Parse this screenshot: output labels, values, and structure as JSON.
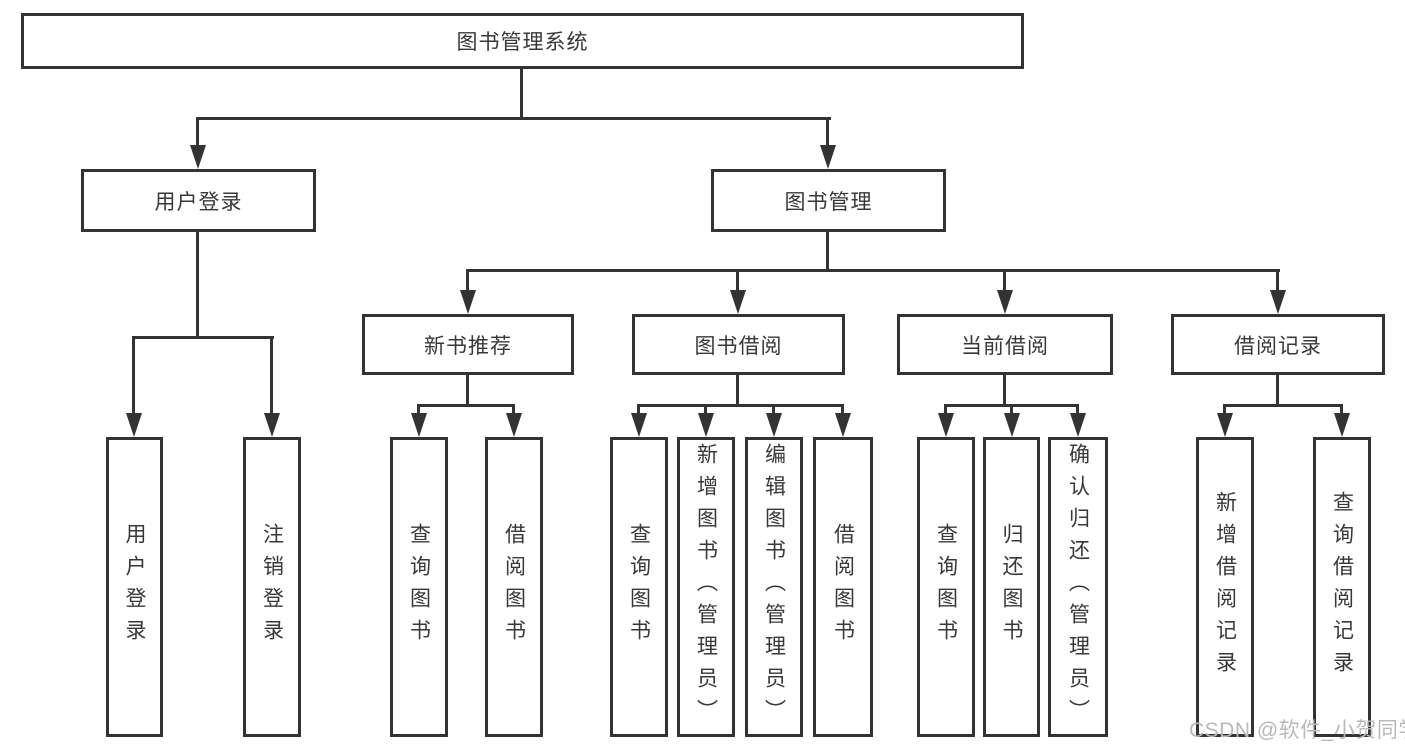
{
  "diagram": {
    "root": {
      "label": "图书管理系统"
    },
    "level2": [
      {
        "label": "用户登录"
      },
      {
        "label": "图书管理"
      }
    ],
    "level3": [
      {
        "label": "新书推荐"
      },
      {
        "label": "图书借阅"
      },
      {
        "label": "当前借阅"
      },
      {
        "label": "借阅记录"
      }
    ],
    "leaves": {
      "user_login": [
        "用户登录",
        "注销登录"
      ],
      "new_books": [
        "查询图书",
        "借阅图书"
      ],
      "book_borrow": [
        "查询图书",
        "新增图书（管理员）",
        "编辑图书（管理员）",
        "借阅图书"
      ],
      "current_borrow": [
        "查询图书",
        "归还图书",
        "确认归还（管理员）"
      ],
      "borrow_records": [
        "新增借阅记录",
        "查询借阅记录"
      ]
    }
  },
  "watermark": {
    "text": "CSDN @软件_小贺同学",
    "color": "#b9b9b9"
  },
  "colors": {
    "line": "#333333",
    "text": "#383838",
    "background": "#ffffff"
  }
}
